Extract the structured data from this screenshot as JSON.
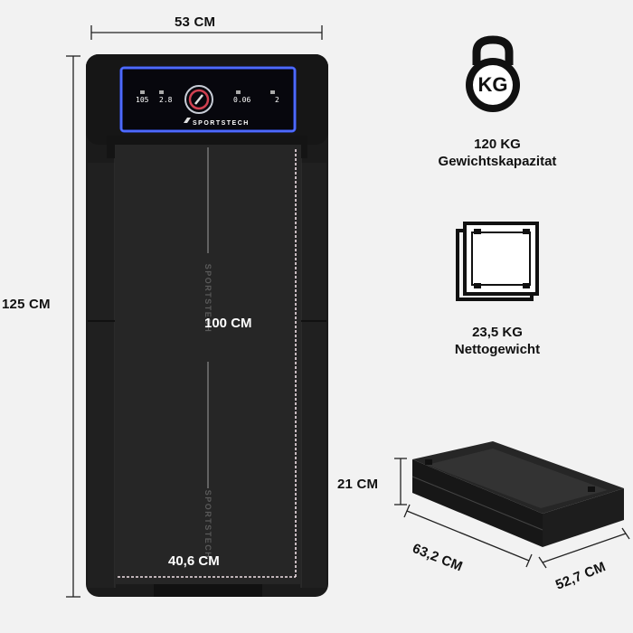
{
  "dimensions": {
    "width_top": "53 CM",
    "length_left": "125 CM",
    "belt_length": "100 CM",
    "belt_width": "40,6 CM",
    "folded_height": "21 CM",
    "folded_depth": "63,2 CM",
    "folded_width": "52,7 CM"
  },
  "brand": {
    "name": "SPORTSTECH",
    "belt_text_1": "SPORTSTECH",
    "belt_text_2": "SPORTSTECH"
  },
  "console": {
    "speed": "105",
    "distance": "2.8",
    "time": "0.06",
    "calories": "2",
    "accent_color": "#3c5cff"
  },
  "weight_capacity": {
    "icon": "kettlebell-icon",
    "badge": "KG",
    "value": "120 KG",
    "label": "Gewichtskapazitat"
  },
  "net_weight": {
    "icon": "folded-mat-icon",
    "value": "23,5 KG",
    "label": "Nettogewicht"
  }
}
